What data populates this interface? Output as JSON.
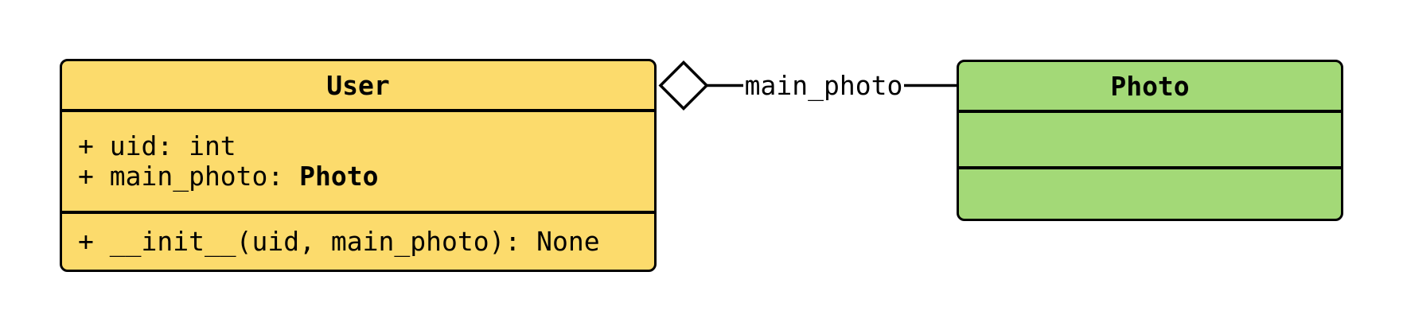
{
  "colors": {
    "user_fill": "#FCDB6C",
    "photo_fill": "#A3D977",
    "stroke": "#000000",
    "background": "#FFFFFF"
  },
  "classes": [
    {
      "name": "User",
      "attributes": [
        {
          "text": "+ uid: int",
          "bold_suffix": ""
        },
        {
          "text": "+ main_photo: ",
          "bold_suffix": "Photo"
        }
      ],
      "methods": [
        {
          "text": "+ __init__(uid, main_photo): None",
          "bold_suffix": ""
        }
      ]
    },
    {
      "name": "Photo",
      "attributes": [],
      "methods": []
    }
  ],
  "relation": {
    "label": "main_photo",
    "type": "aggregation",
    "diamond_icon": "open-diamond"
  }
}
